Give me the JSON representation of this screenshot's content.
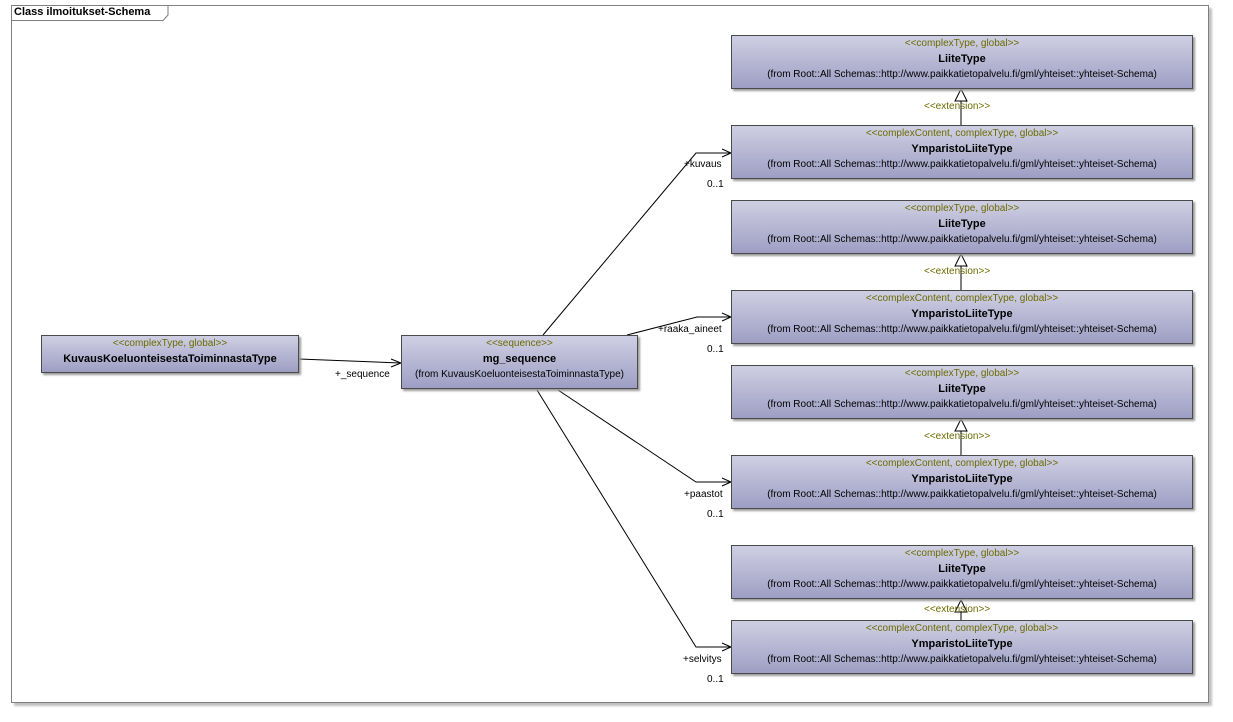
{
  "diagram": {
    "title": "Class ilmoitukset-Schema"
  },
  "classes": {
    "kuvaus_type": {
      "stereotype": "<<complexType, global>>",
      "name": "KuvausKoeluonteisestaToiminnastaType"
    },
    "mg_sequence": {
      "stereotype": "<<sequence>>",
      "name": "mg_sequence",
      "from": "(from KuvausKoeluonteisestaToiminnastaType)"
    },
    "liite_1": {
      "stereotype": "<<complexType, global>>",
      "name": "LiiteType",
      "from": "(from Root::All Schemas::http://www.paikkatietopalvelu.fi/gml/yhteiset::yhteiset-Schema)"
    },
    "ympa_1": {
      "stereotype": "<<complexContent, complexType, global>>",
      "name": "YmparistoLiiteType",
      "from": "(from Root::All Schemas::http://www.paikkatietopalvelu.fi/gml/yhteiset::yhteiset-Schema)"
    },
    "liite_2": {
      "stereotype": "<<complexType, global>>",
      "name": "LiiteType",
      "from": "(from Root::All Schemas::http://www.paikkatietopalvelu.fi/gml/yhteiset::yhteiset-Schema)"
    },
    "ympa_2": {
      "stereotype": "<<complexContent, complexType, global>>",
      "name": "YmparistoLiiteType",
      "from": "(from Root::All Schemas::http://www.paikkatietopalvelu.fi/gml/yhteiset::yhteiset-Schema)"
    },
    "liite_3": {
      "stereotype": "<<complexType, global>>",
      "name": "LiiteType",
      "from": "(from Root::All Schemas::http://www.paikkatietopalvelu.fi/gml/yhteiset::yhteiset-Schema)"
    },
    "ympa_3": {
      "stereotype": "<<complexContent, complexType, global>>",
      "name": "YmparistoLiiteType",
      "from": "(from Root::All Schemas::http://www.paikkatietopalvelu.fi/gml/yhteiset::yhteiset-Schema)"
    },
    "liite_4": {
      "stereotype": "<<complexType, global>>",
      "name": "LiiteType",
      "from": "(from Root::All Schemas::http://www.paikkatietopalvelu.fi/gml/yhteiset::yhteiset-Schema)"
    },
    "ympa_4": {
      "stereotype": "<<complexContent, complexType, global>>",
      "name": "YmparistoLiiteType",
      "from": "(from Root::All Schemas::http://www.paikkatietopalvelu.fi/gml/yhteiset::yhteiset-Schema)"
    }
  },
  "associations": {
    "sequence": {
      "role": "+_sequence"
    },
    "kuvaus": {
      "role": "+kuvaus",
      "multiplicity": "0..1"
    },
    "raaka_aineet": {
      "role": "+raaka_aineet",
      "multiplicity": "0..1"
    },
    "paastot": {
      "role": "+paastot",
      "multiplicity": "0..1"
    },
    "selvitys": {
      "role": "+selvitys",
      "multiplicity": "0..1"
    }
  },
  "generalizations": {
    "ext_1": "<<extension>>",
    "ext_2": "<<extension>>",
    "ext_3": "<<extension>>",
    "ext_4": "<<extension>>"
  }
}
